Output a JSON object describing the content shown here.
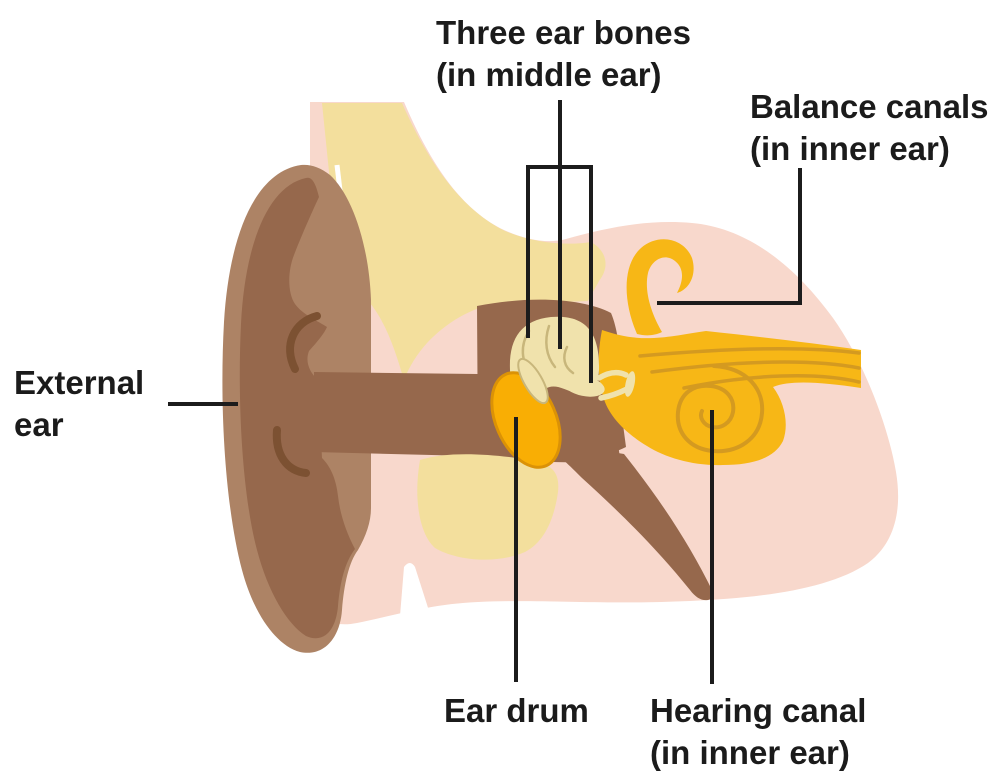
{
  "figure": {
    "description": "Cross-section diagram of the human ear"
  },
  "labels": {
    "three_ear_bones": {
      "line1": "Three ear bones",
      "line2": "(in middle ear)"
    },
    "balance_canals": {
      "line1": "Balance canals",
      "line2": "(in inner ear)"
    },
    "external_ear": {
      "line1": "External",
      "line2": "ear"
    },
    "ear_drum": {
      "line1": "Ear drum"
    },
    "hearing_canal": {
      "line1": "Hearing canal",
      "line2": "(in inner ear)"
    }
  },
  "colors": {
    "skin": "#F8D8CC",
    "skull": "#F3DF9D",
    "ear_light": "#AD8365",
    "ear_brown": "#96684C",
    "ear_dark": "#7C5132",
    "ossicle_cream": "#F0E2AC",
    "ossicle_outline": "#C8B67B",
    "eardrum": "#F9AE04",
    "eardrum_outline": "#DB9206",
    "inner_gold": "#F7B716",
    "gold_detail": "#D49A20",
    "line": "#1C1C1C",
    "background": "#FFFFFF"
  }
}
